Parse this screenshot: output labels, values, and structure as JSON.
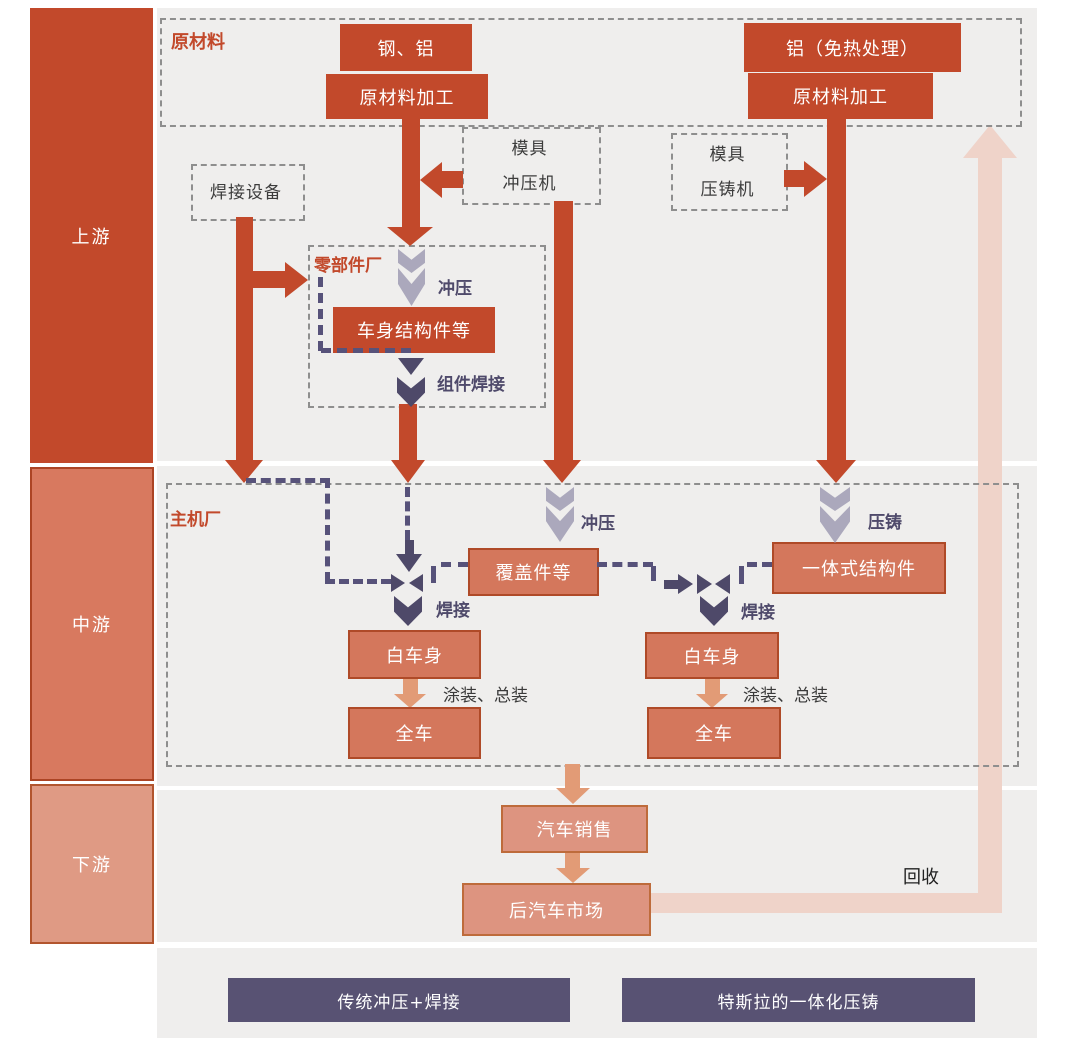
{
  "bands": {
    "upstream_label": "上游",
    "midstream_label": "中游",
    "downstream_label": "下游"
  },
  "upstream": {
    "raw_materials_box_label": "原材料",
    "steel_aluminum": "钢、铝",
    "raw_material_processing_left": "原材料加工",
    "aluminum_heat_treatment_free": "铝（免热处理）",
    "raw_material_processing_right": "原材料加工",
    "welding_equipment": "焊接设备",
    "mold_label_stamping": "模具",
    "stamping_machine": "冲压机",
    "mold_label_diecasting": "模具",
    "diecasting_machine": "压铸机",
    "parts_factory_label": "零部件厂",
    "stamping_step": "冲压",
    "body_structural_parts": "车身结构件等",
    "component_welding_step": "组件焊接"
  },
  "midstream": {
    "oem_label": "主机厂",
    "stamping_step": "冲压",
    "diecasting_step": "压铸",
    "cover_parts": "覆盖件等",
    "integrated_structural_part": "一体式结构件",
    "welding_step_left": "焊接",
    "welding_step_right": "焊接",
    "body_in_white_left": "白车身",
    "body_in_white_right": "白车身",
    "paint_final_assembly_left": "涂装、总装",
    "paint_final_assembly_right": "涂装、总装",
    "full_vehicle_left": "全车",
    "full_vehicle_right": "全车"
  },
  "downstream": {
    "vehicle_sales": "汽车销售",
    "aftermarket": "后汽车市场",
    "recycling_label": "回收"
  },
  "legend": {
    "traditional": "传统冲压+焊接",
    "tesla": "特斯拉的一体化压铸"
  },
  "colors": {
    "primary_red": "#C2492B",
    "midstream_band": "#D8795F",
    "downstream_band": "#DF9A84",
    "salmon_box_fill": "#D4775C",
    "salmon_box_border": "#AF4A28",
    "downstream_box_fill": "#DD9480",
    "downstream_box_border": "#BE6B3B",
    "navy": "#57527A",
    "legend_navy": "#585273",
    "gray_chevron": "#ABA8BC",
    "pale_recycle": "#EFD3C9",
    "panel_gray": "#EFEEED"
  }
}
